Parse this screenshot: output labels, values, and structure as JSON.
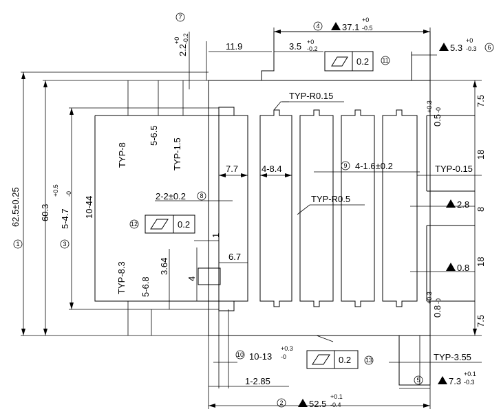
{
  "dims": {
    "d1_label": "62.5±0.25",
    "d1_num": "1",
    "d2_value": "52.5",
    "d2_tol_plus": "+0.1",
    "d2_tol_minus": "-0.4",
    "d2_num": "2",
    "d3_label": "5-4.7",
    "d3_tol_plus": "+0.5",
    "d3_tol_minus": "-0",
    "d3_num": "3",
    "d4_value": "37.1",
    "d4_tol_plus": "+0",
    "d4_tol_minus": "-0.5",
    "d4_num": "4",
    "d5_value": "7.3",
    "d5_tol_plus": "+0.1",
    "d5_tol_minus": "-0.3",
    "d5_num": "5",
    "d6_value": "5.3",
    "d6_tol_plus": "+0",
    "d6_tol_minus": "-0.3",
    "d6_num": "6",
    "d7_label": "2.2",
    "d7_tol_plus": "+0",
    "d7_tol_minus": "-0.2",
    "d7_num": "7",
    "d8_label": "2-2±0.2",
    "d8_num": "8",
    "d9_label": "4-1.6±0.2",
    "d9_num": "9",
    "d10_label": "10-13",
    "d10_tol_plus": "+0.3",
    "d10_tol_minus": "-0",
    "d10_num": "10",
    "d11_num": "11",
    "d12_num": "12",
    "d13_num": "13",
    "d_11_9": "11.9",
    "d_3_5": "3.5",
    "d_3_5_tol_plus": "+0",
    "d_3_5_tol_minus": "-0.2",
    "d_60_3": "60.3",
    "d_10_44": "10-44",
    "typ_8": "TYP-8",
    "d_5_6_5": "5-6.5",
    "typ_1_5": "TYP-1.5",
    "typ_8_3": "TYP-8.3",
    "d_5_6_8": "5-6.8",
    "d_3_64": "3.64",
    "d_4": "4",
    "d_1": "1",
    "d_6_7": "6.7",
    "d_7_7": "7.7",
    "d_4_8_4": "4-8.4",
    "typ_r015": "TYP-R0.15",
    "typ_r05": "TYP-R0.5",
    "typ_015": "TYP-0.15",
    "d_2_8": "2.8",
    "d_0_8": "0.8",
    "d_0_5": "0.5",
    "d_0_5_tol_plus": "+0.3",
    "d_0_5_tol_minus": "-0",
    "d_0_8b": "0.8",
    "d_0_8b_tol_plus": "+0.3",
    "d_0_8b_tol_minus": "-0",
    "d_7_5_top": "7.5",
    "d_18_top": "18",
    "d_8": "8",
    "d_18_bot": "18",
    "d_7_5_bot": "7.5",
    "typ_3_55": "TYP-3.55",
    "d_1_2_85": "1-2.85"
  },
  "flatness": {
    "fcf_top": "0.2",
    "fcf_left": "0.2",
    "fcf_bottom": "0.2"
  },
  "icons": {
    "flatness": "parallelogram-flatness-icon",
    "basic_dimension": "filled-triangle-icon"
  }
}
